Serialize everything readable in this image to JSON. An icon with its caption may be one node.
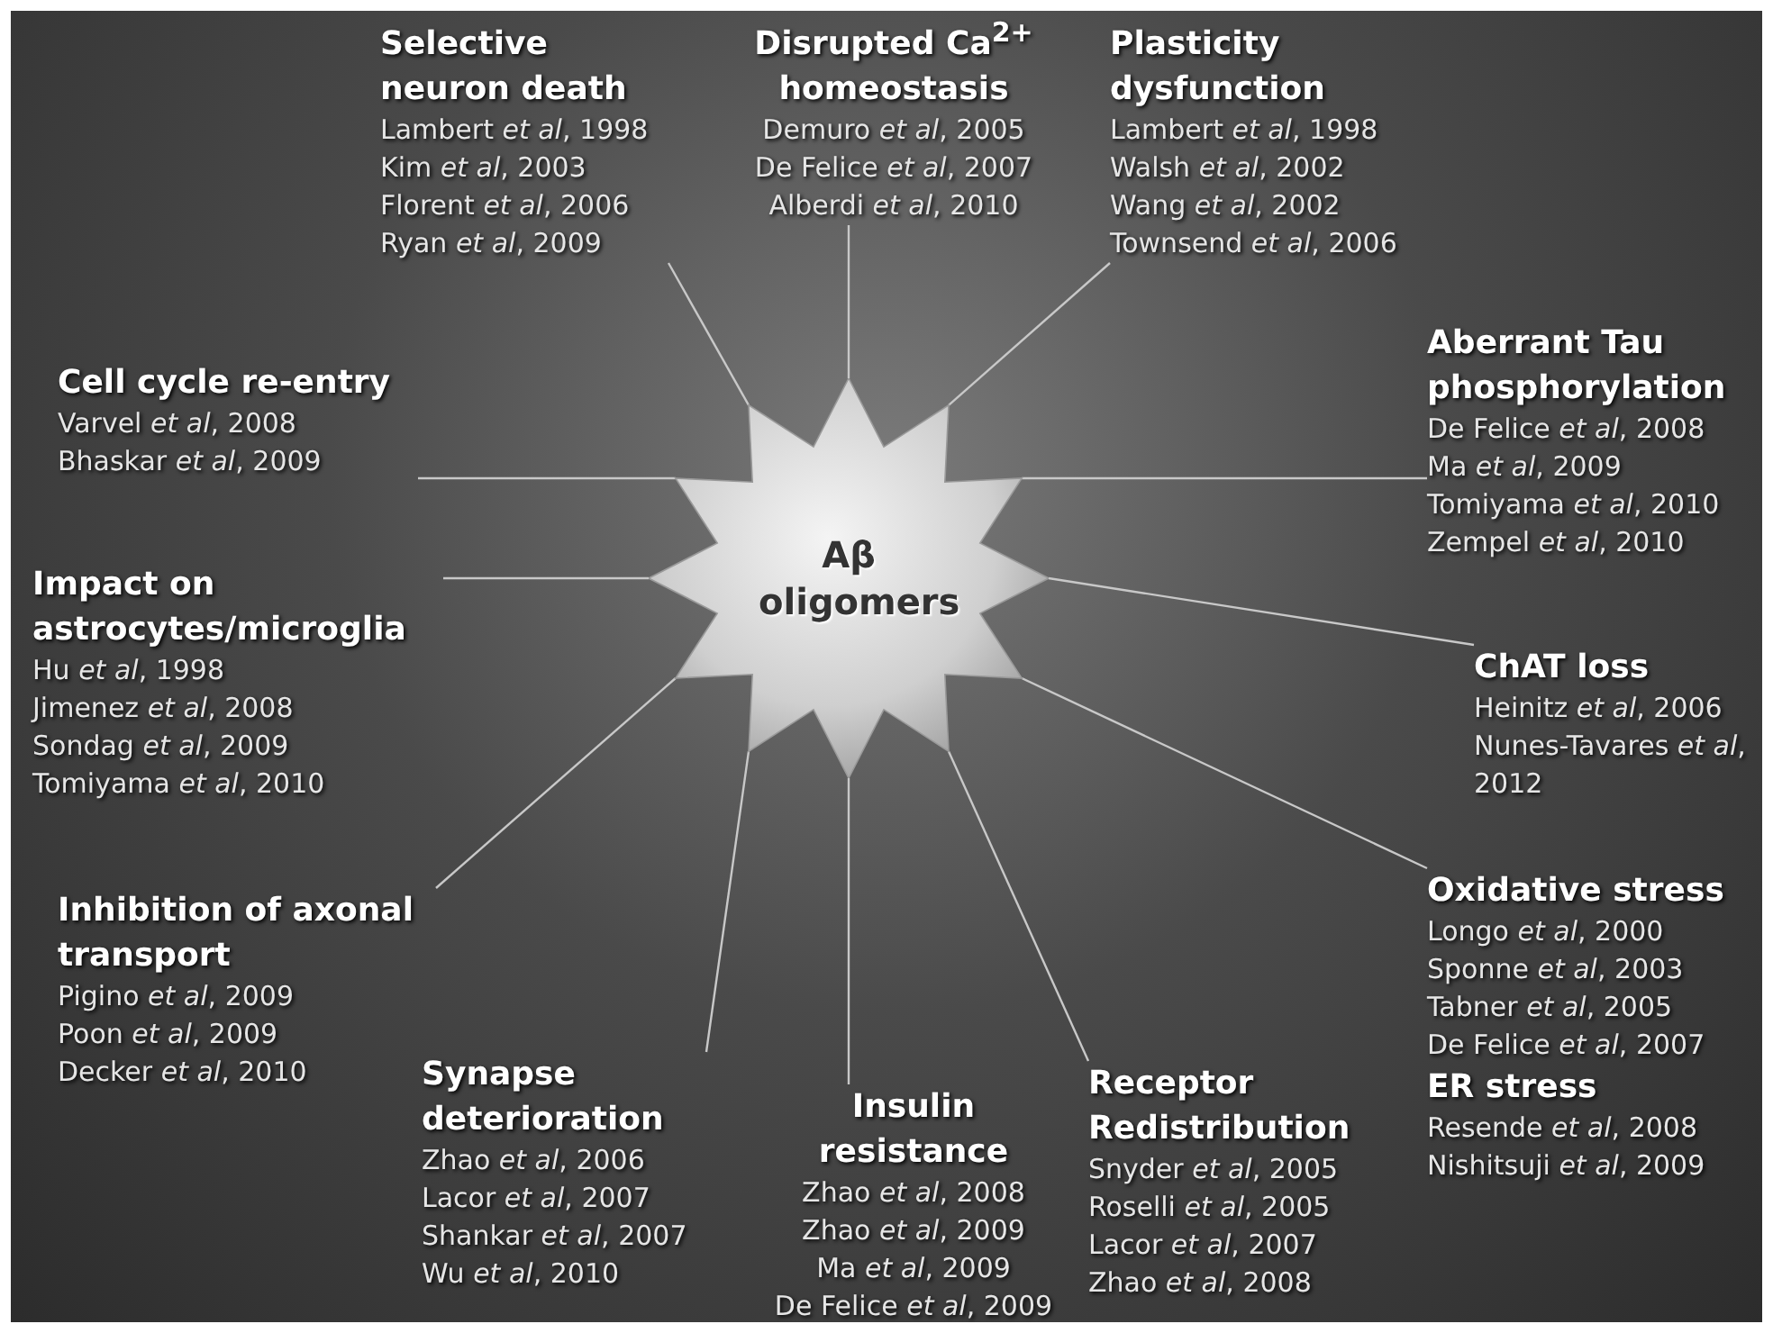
{
  "diagram": {
    "nodes": [
      {
        "text": [
          "Aβ oligomers"
        ]
      },
      {
        "text": [
          "Selective neuron death",
          "Lambert *et al*, 1998",
          "Kim *et al*, 2003",
          "Florent *et al*, 2006",
          "Ryan *et al*, 2009"
        ]
      },
      {
        "text": [
          "Disrupted Ca$^{2+}$ homeostasis",
          "Demuro *et al*, 2005",
          "De Felice *et al*, 2007",
          "Alberdi *et al*, 2010"
        ]
      },
      {
        "text": [
          "Plasticity dysfunction",
          "Lambert *et al*, 1998",
          "Walsh *et al*, 2002",
          "Wang *et al*, 2002",
          "Townsend *et al*, 2006"
        ]
      },
      {
        "text": [
          "Aberrant Tau phosphorylation",
          "De Felice *et al*, 2008",
          "Ma *et al*, 2009",
          "Tomiyama *et al*, 2010",
          "Zempel *et al*, 2010"
        ]
      },
      {
        "text": [
          "ChAT loss",
          "Heinitz *et al*, 2006",
          "Nunes-Tavares *et al*, 2012"
        ]
      },
      {
        "text": [
          "Oxidative stress",
          "Longo *et al*, 2000",
          "Sponne *et al*, 2003",
          "Tabner *et al*, 2005",
          "De Felice *et al*, 2007",
          "ER stress",
          "Resende *et al*, 2008",
          "Nishitsuji *et al*, 2009"
        ]
      },
      {
        "text": [
          "Receptor Redistribution",
          "Snyder *et al*, 2005",
          "Roselli *et al*, 2005",
          "Lacor *et al*, 2007",
          "Zhao *et al*, 2008"
        ]
      },
      {
        "text": [
          "Insulin resistance",
          "Zhao *et al*, 2008",
          "Zhao *et al*, 2009",
          "Ma *et al*, 2009",
          "De Felice *et al*, 2009"
        ]
      },
      {
        "text": [
          "Synapse deterioration",
          "Zhao *et al*, 2006",
          "Lacor *et al*, 2007",
          "Shankar *et al*, 2007",
          "Wu *et al*, 2010"
        ]
      },
      {
        "text": [
          "Inhibition of axonal transport",
          "Pigino *et al*, 2009",
          "Poon *et al*, 2009",
          "Decker *et al*, 2010"
        ]
      },
      {
        "text": [
          "Impact on astrocytes/microglia",
          "Hu *et al*, 1998",
          "Jimenez *et al*, 2008",
          "Sondag *et al*, 2009",
          "Tomiyama *et al*, 2010"
        ]
      },
      {
        "text": [
          "Cell cycle re-entry",
          "Varvel *et al*, 2008",
          "Bhaskar *et al*, 2009"
        ]
      }
    ],
    "edges": [
      {
        "from": 0,
        "to": 1,
        "arrow": "none"
      },
      {
        "from": 0,
        "to": 2,
        "arrow": "none"
      },
      {
        "from": 0,
        "to": 3,
        "arrow": "none"
      },
      {
        "from": 0,
        "to": 4,
        "arrow": "none"
      },
      {
        "from": 0,
        "to": 5,
        "arrow": "none"
      },
      {
        "from": 0,
        "to": 6,
        "arrow": "none"
      },
      {
        "from": 0,
        "to": 7,
        "arrow": "none"
      },
      {
        "from": 0,
        "to": 8,
        "arrow": "none"
      },
      {
        "from": 0,
        "to": 9,
        "arrow": "none"
      },
      {
        "from": 0,
        "to": 10,
        "arrow": "none"
      },
      {
        "from": 0,
        "to": 11,
        "arrow": "none"
      },
      {
        "from": 0,
        "to": 12,
        "arrow": "none"
      }
    ]
  }
}
